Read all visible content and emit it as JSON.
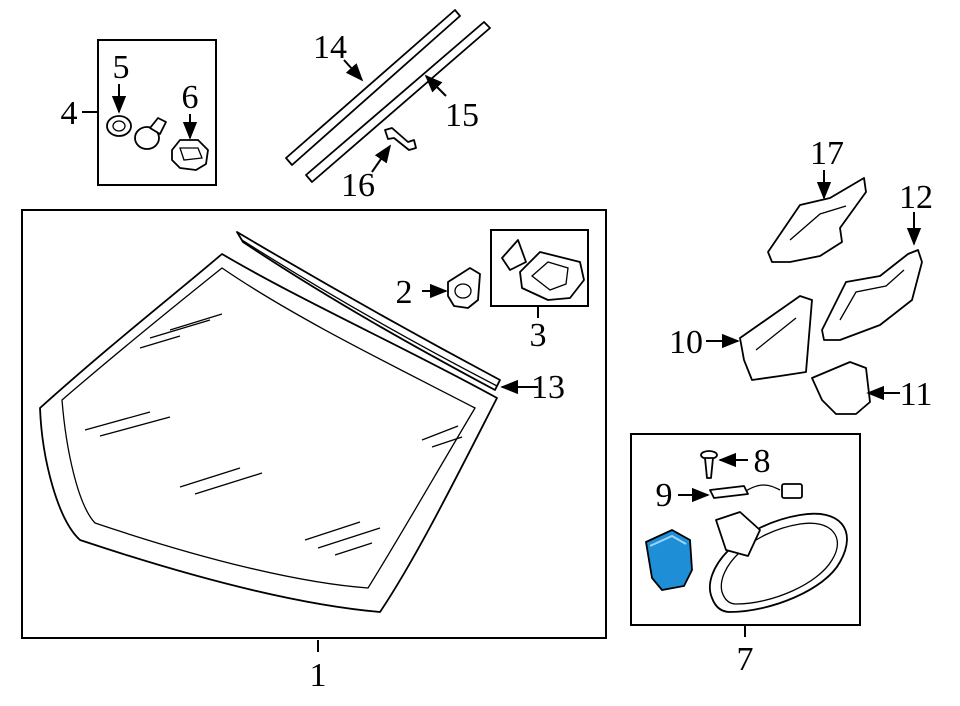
{
  "diagram": {
    "callouts": [
      "1",
      "2",
      "3",
      "4",
      "5",
      "6",
      "7",
      "8",
      "9",
      "10",
      "11",
      "12",
      "13",
      "14",
      "15",
      "16",
      "17"
    ]
  },
  "colors": {
    "line": "#000000",
    "background": "#ffffff",
    "highlight": "#1e8fd6"
  }
}
